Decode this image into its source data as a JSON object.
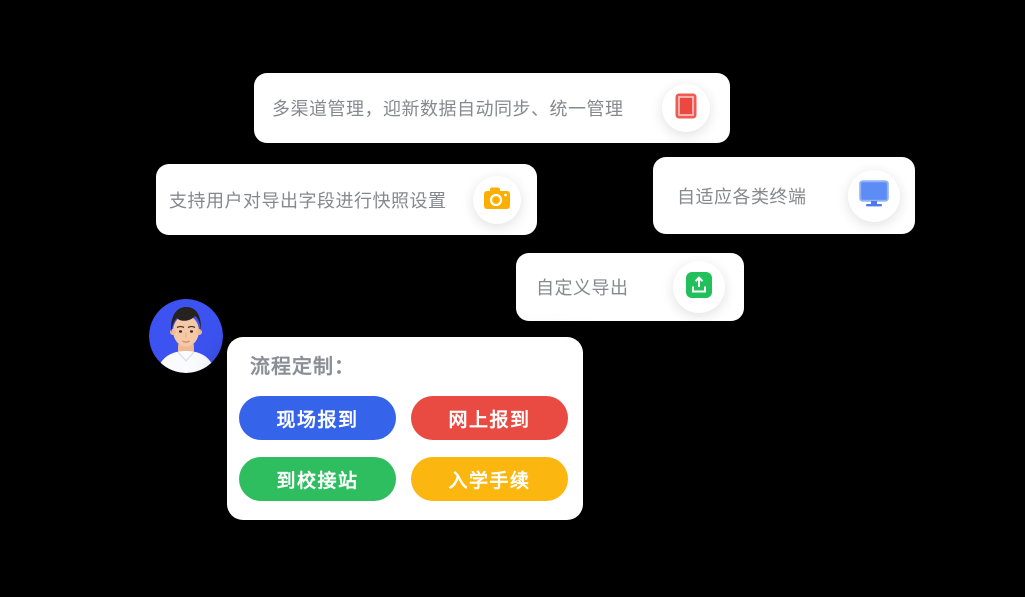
{
  "background": "#000000",
  "callouts": {
    "multichannel": {
      "text": "多渠道管理，迎新数据自动同步、统一管理",
      "icon": "tablet-icon",
      "icon_color": "#EF4A43"
    },
    "snapshot": {
      "text": "支持用户对导出字段进行快照设置",
      "icon": "camera-icon",
      "icon_color": "#FCAE01"
    },
    "adaptive": {
      "text": "自适应各类终端",
      "icon": "monitor-icon",
      "icon_color": "#5D8CF5"
    },
    "export": {
      "text": "自定义导出",
      "icon": "upload-icon",
      "icon_color": "#21C05A"
    }
  },
  "flow": {
    "title": "流程定制：",
    "buttons": [
      {
        "label": "现场报到",
        "color": "#3563E9"
      },
      {
        "label": "网上报到",
        "color": "#E94B42"
      },
      {
        "label": "到校接站",
        "color": "#2EBE5F"
      },
      {
        "label": "入学手续",
        "color": "#FBB70F"
      }
    ]
  },
  "avatar": {
    "type": "portrait-photo",
    "background": "#3C53F1"
  },
  "text_colors": {
    "body": "#85888E",
    "heading": "#8A8E95",
    "button_text": "#FFFFFF"
  }
}
